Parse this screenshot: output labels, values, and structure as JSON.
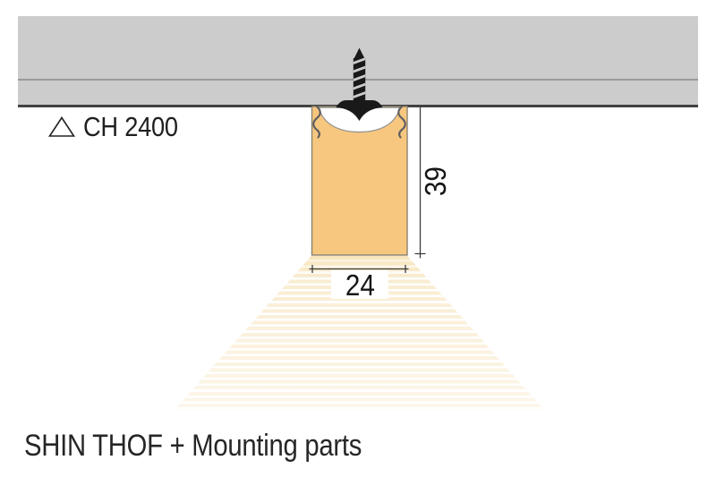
{
  "diagram": {
    "level_label": {
      "text": "CH 2400"
    },
    "dimensions": {
      "height": "39",
      "width": "24"
    },
    "caption": "SHIN THOF + Mounting parts",
    "colors": {
      "ceiling_fill": "#cccccc",
      "ceiling_edge": "#424242",
      "ceiling_joint": "#9a9a9a",
      "fixture_fill": "#f7c77f",
      "fixture_stroke": "#8b8270",
      "recess_fill": "#ffffff",
      "beam_stripe": "#f9ecd0",
      "screw": "#191919",
      "clip": "#606060",
      "dimension_line": "#3c3c3c",
      "text": "#1f1f1f"
    }
  }
}
